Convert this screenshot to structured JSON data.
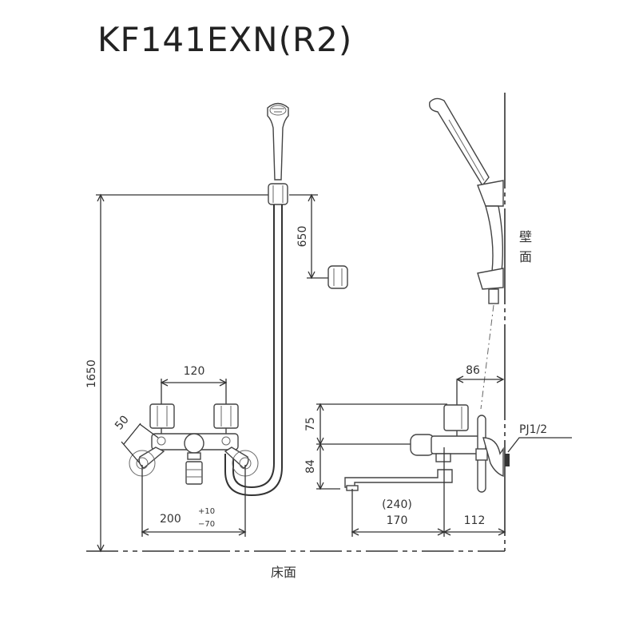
{
  "title": "KF141EXN(R2)",
  "labels": {
    "wall_surface": "壁面",
    "wall_surface_chars": [
      "壁",
      "面"
    ],
    "floor_surface": "床面",
    "pipe_thread": "PJ1/2"
  },
  "dimensions": {
    "total_height": "1650",
    "hook_drop": "650",
    "handle_spacing": "120",
    "leg_offset": "50",
    "inlet_spacing": "200",
    "inlet_tol_plus": "+10",
    "inlet_tol_minus": "−70",
    "wall_to_handle": "86",
    "handle_height": "75",
    "spout_drop": "84",
    "spout_length_total": "(240)",
    "spout_length": "170",
    "wall_to_spout_axis": "112"
  },
  "colors": {
    "line": "#333333",
    "background": "#ffffff"
  }
}
